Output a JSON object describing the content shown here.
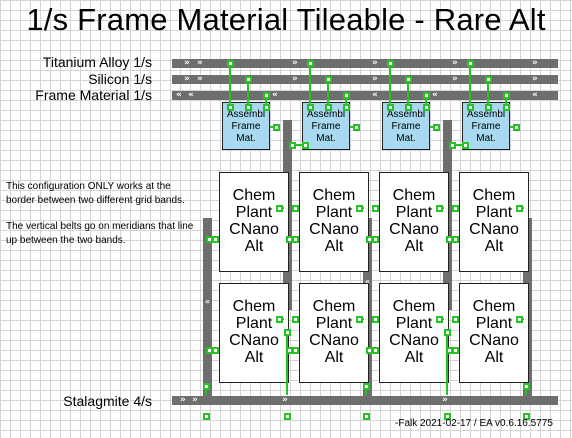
{
  "title": "1/s Frame Material Tileable - Rare Alt",
  "inputs": {
    "titanium": "Titanium Alloy 1/s",
    "silicon": "Silicon 1/s",
    "frame": "Frame Material 1/s",
    "stalagmite": "Stalagmite 4/s"
  },
  "assembler": {
    "name_line1": "Assembl",
    "name_line2": "Frame",
    "name_line3": "Mat."
  },
  "chem_plant": {
    "line1": "Chem",
    "line2": "Plant",
    "line3": "CNano",
    "line4": "Alt"
  },
  "note": {
    "para1": "This configuration ONLY works at the border between two different grid bands.",
    "para2": "The vertical belts go on meridians that line up between the two bands."
  },
  "credit": "-Falk 2021-02-17 / EA v0.6.16.5775",
  "colors": {
    "belt": "#6e6e6e",
    "inserter": "#27c226",
    "assembler_fill": "#a9d9f0",
    "grid": "#d4d4d4"
  }
}
